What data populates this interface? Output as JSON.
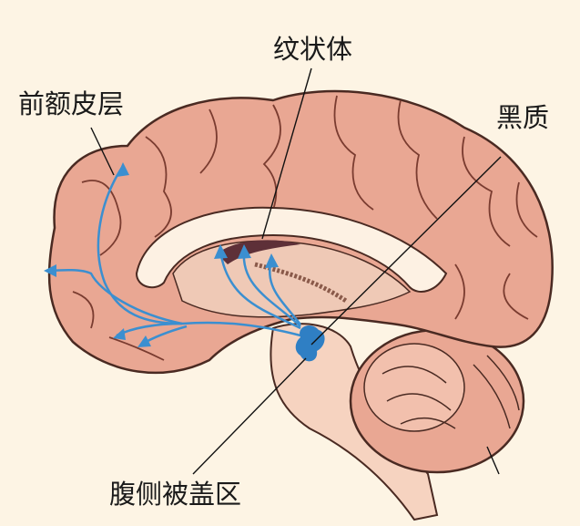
{
  "labels": {
    "striatum": "纹状体",
    "prefrontal_cortex": "前额皮层",
    "substantia_nigra": "黑质",
    "vta": "腹侧被盖区"
  },
  "colors": {
    "background": "#fdf4e4",
    "cortex": "#e9a793",
    "pathway": "#3b8fd0",
    "nucleus": "#2f7fc4"
  }
}
